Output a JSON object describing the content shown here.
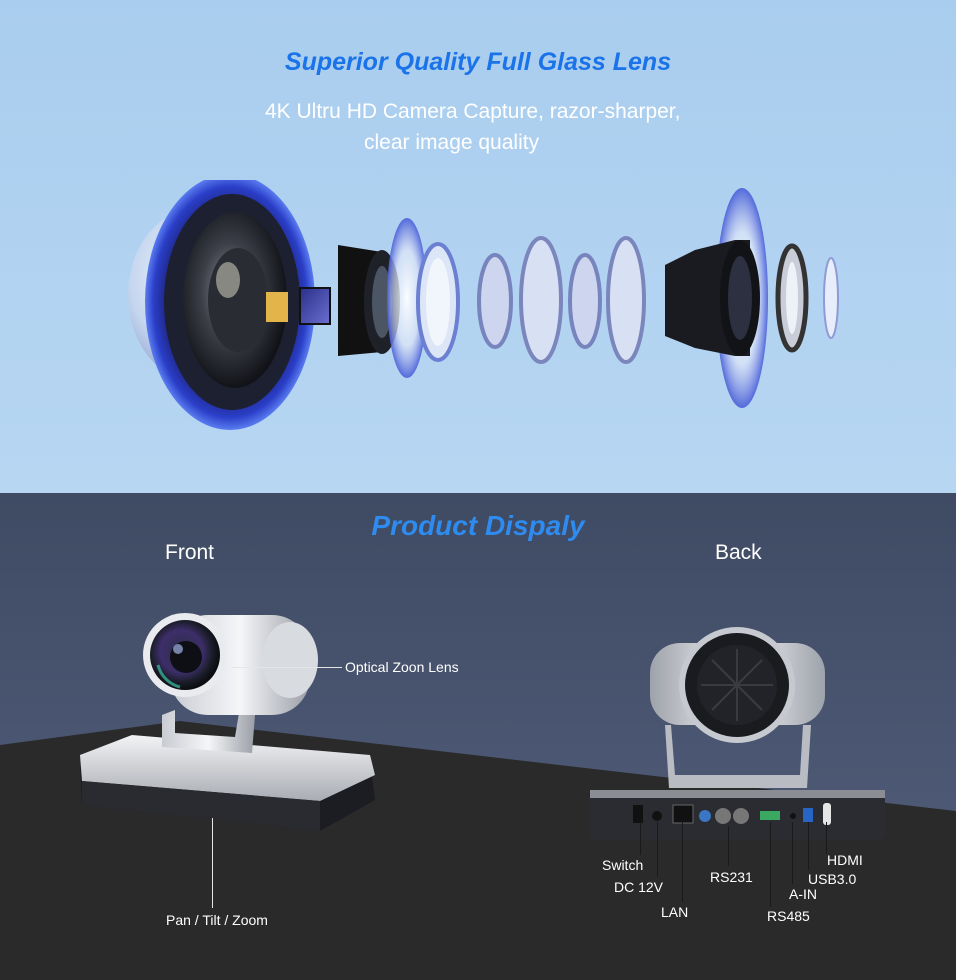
{
  "lens_section": {
    "title": "Superior Quality Full Glass Lens",
    "subtitle_line1": "4K Ultru HD Camera Capture, razor-sharper,",
    "subtitle_line2": "clear image quality"
  },
  "product_section": {
    "title": "Product Dispaly",
    "front_label": "Front",
    "back_label": "Back",
    "front_callouts": {
      "lens": "Optical Zoon Lens",
      "ptz": "Pan / Tilt / Zoom"
    },
    "back_ports": {
      "switch": "Switch",
      "dc": "DC 12V",
      "lan": "LAN",
      "rs231": "RS231",
      "rs485": "RS485",
      "ain": "A-IN",
      "usb": "USB3.0",
      "hdmi": "HDMI"
    }
  },
  "colors": {
    "accent_title": "#1a73e8",
    "product_title": "#2e8cf0",
    "top_bg": "#b2d3f1",
    "bottom_bg": "#4a5671",
    "floor": "#2a2a2a"
  }
}
